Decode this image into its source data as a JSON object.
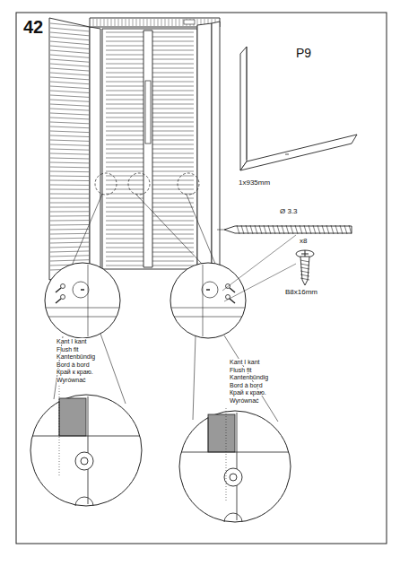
{
  "diagram": {
    "labels": [
      "42",
      "P9",
      "1x935mm",
      "Ø 3.3",
      "x8",
      "B8x16mm",
      "Kant I kant",
      "Flush fit",
      "Kantenbündig",
      "Bord à bord",
      "Край к краю.",
      "Wyrównać",
      "Kant I kant",
      "Flush fit",
      "Kantenbündig",
      "Bord à bord",
      "Край к краю.",
      "Wyrównać"
    ]
  }
}
